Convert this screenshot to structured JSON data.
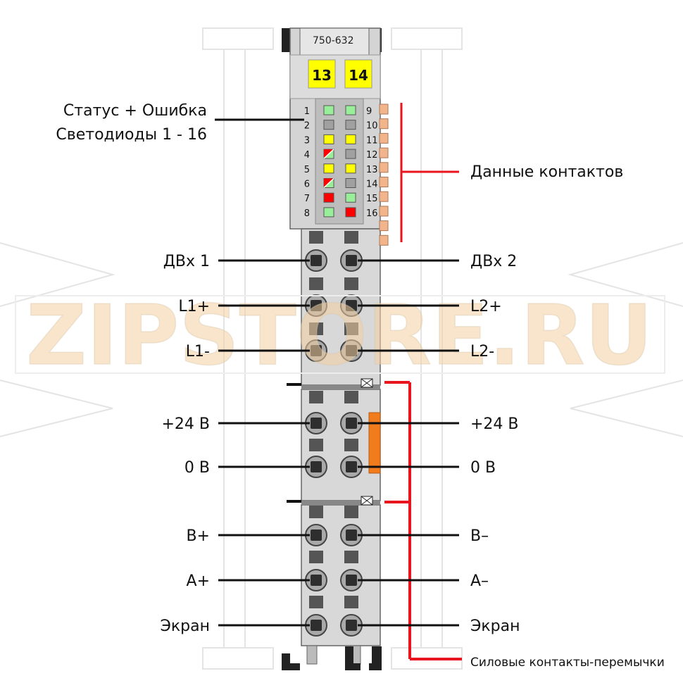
{
  "model": "750-632",
  "badges": [
    "13",
    "14"
  ],
  "status_label": {
    "line1": "Статус + Ошибка",
    "line2": "Светодиоды 1 - 16"
  },
  "data_contacts_label": "Данные контактов",
  "power_jumper_label": "Силовые контакты-перемычки",
  "leds_left": [
    {
      "num": "1",
      "color": "green"
    },
    {
      "num": "2",
      "color": "grey"
    },
    {
      "num": "3",
      "color": "yellow"
    },
    {
      "num": "4",
      "color": "red-green"
    },
    {
      "num": "5",
      "color": "yellow"
    },
    {
      "num": "6",
      "color": "red-green"
    },
    {
      "num": "7",
      "color": "red"
    },
    {
      "num": "8",
      "color": "green"
    }
  ],
  "leds_right": [
    {
      "num": "9",
      "color": "green"
    },
    {
      "num": "10",
      "color": "grey"
    },
    {
      "num": "11",
      "color": "yellow"
    },
    {
      "num": "12",
      "color": "grey"
    },
    {
      "num": "13",
      "color": "yellow"
    },
    {
      "num": "14",
      "color": "grey"
    },
    {
      "num": "15",
      "color": "green"
    },
    {
      "num": "16",
      "color": "red"
    }
  ],
  "terminals": [
    {
      "left": "ДВх 1",
      "right": "ДВх 2"
    },
    {
      "left": "L1+",
      "right": "L2+"
    },
    {
      "left": "L1-",
      "right": "L2-"
    },
    {
      "left": "+24 В",
      "right": "+24 В"
    },
    {
      "left": "0 В",
      "right": "0 В"
    },
    {
      "left": "B+",
      "right": "B–"
    },
    {
      "left": "A+",
      "right": "A–"
    },
    {
      "left": "Экран",
      "right": "Экран"
    }
  ],
  "watermark": "ZIPSTORE.RU",
  "colors": {
    "led_green": "#99ee99",
    "led_yellow": "#ffff00",
    "led_red": "#ff0000",
    "led_grey": "#a0a0a0",
    "badge": "#ffff00",
    "callout_red": "#e8141e",
    "contact_orange": "#f2b48a",
    "jumper_orange": "#f07c1e",
    "module_body": "#d2d2d2",
    "watermark_orange": "#f3cfa0"
  }
}
